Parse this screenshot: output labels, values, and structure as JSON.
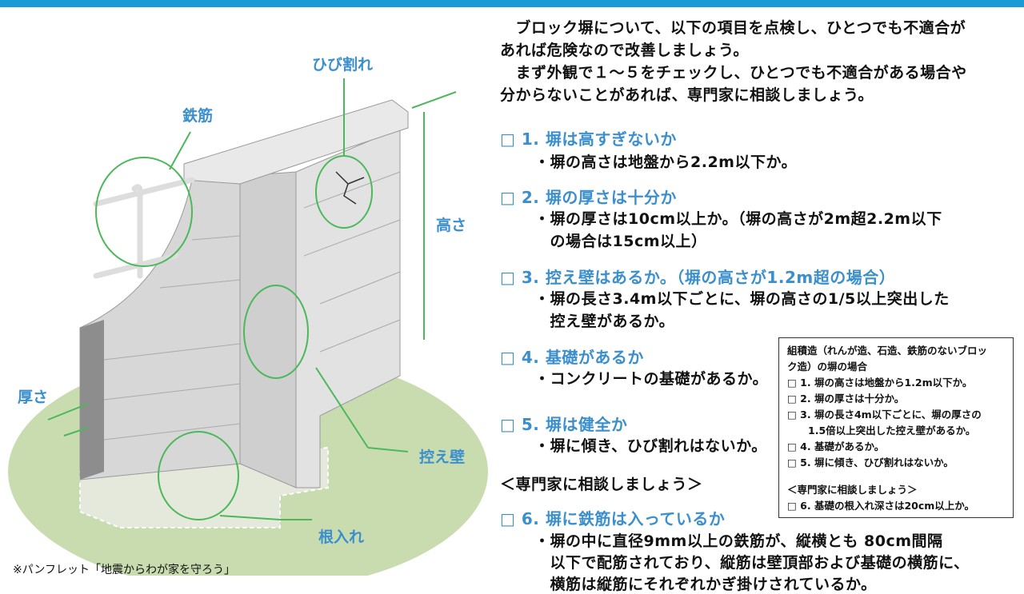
{
  "illustration": {
    "labels": {
      "crack": "ひび割れ",
      "rebar": "鉄筋",
      "height": "高さ",
      "thickness": "厚さ",
      "buttress": "控え壁",
      "embedment": "根入れ"
    },
    "colors": {
      "ground": "#c9dcb0",
      "circle": "#4cb85a",
      "wall": "#d8d8d8",
      "accent": "#3b8fcd"
    }
  },
  "intro": [
    "　ブロック塀について、以下の項目を点検し、ひとつでも不適合が",
    "あれば危険なので改善しましょう。",
    "　まず外観で１～５をチェックし、ひとつでも不適合がある場合や",
    "分からないことがあれば、専門家に相談しましょう。"
  ],
  "items": [
    {
      "heading": "□ 1. 塀は高すぎないか",
      "lines": [
        "・塀の高さは地盤から2.2m以下か。"
      ]
    },
    {
      "heading": "□ 2. 塀の厚さは十分か",
      "lines": [
        "・塀の厚さは10cm以上か。（塀の高さが2m超2.2m以下",
        "　の場合は15cm以上）"
      ]
    },
    {
      "heading": "□ 3. 控え壁はあるか。（塀の高さが1.2m超の場合）",
      "lines": [
        "・塀の長さ3.4m以下ごとに、塀の高さの1/5以上突出した",
        "　控え壁があるか。"
      ]
    },
    {
      "heading": "□ 4. 基礎があるか",
      "lines": [
        "・コンクリートの基礎があるか。"
      ]
    },
    {
      "heading": "□ 5. 塀は健全か",
      "lines": [
        "・塀に傾き、ひび割れはないか。"
      ]
    }
  ],
  "consult": "＜専門家に相談しましょう＞",
  "item6": {
    "heading": "□ 6. 塀に鉄筋は入っているか",
    "lines": [
      "・塀の中に直径9mm以上の鉄筋が、縦横とも  80cm間隔",
      "　以下で配筋されており、縦筋は壁頂部および基礎の横筋に、",
      "　横筋は縦筋にそれぞれかぎ掛けされているか。"
    ]
  },
  "masonry_box": {
    "title": [
      "組積造（れんが造、石造、鉄筋のないブロッ",
      "ク造）の塀の場合"
    ],
    "items": [
      "□ 1. 塀の高さは地盤から1.2m以下か。",
      "□ 2. 塀の厚さは十分か。",
      "□ 3. 塀の長さ4m以下ごとに、塀の厚さの",
      "1.5倍以上突出した控え壁があるか。",
      "□ 4. 基礎があるか。",
      "□ 5. 塀に傾き、ひび割れはないか。"
    ],
    "consult": "＜専門家に相談しましょう＞",
    "item6": "□ 6. 基礎の根入れ深さは20cm以上か。"
  },
  "footnote": "※パンフレット「地震からわが家を守ろう」"
}
